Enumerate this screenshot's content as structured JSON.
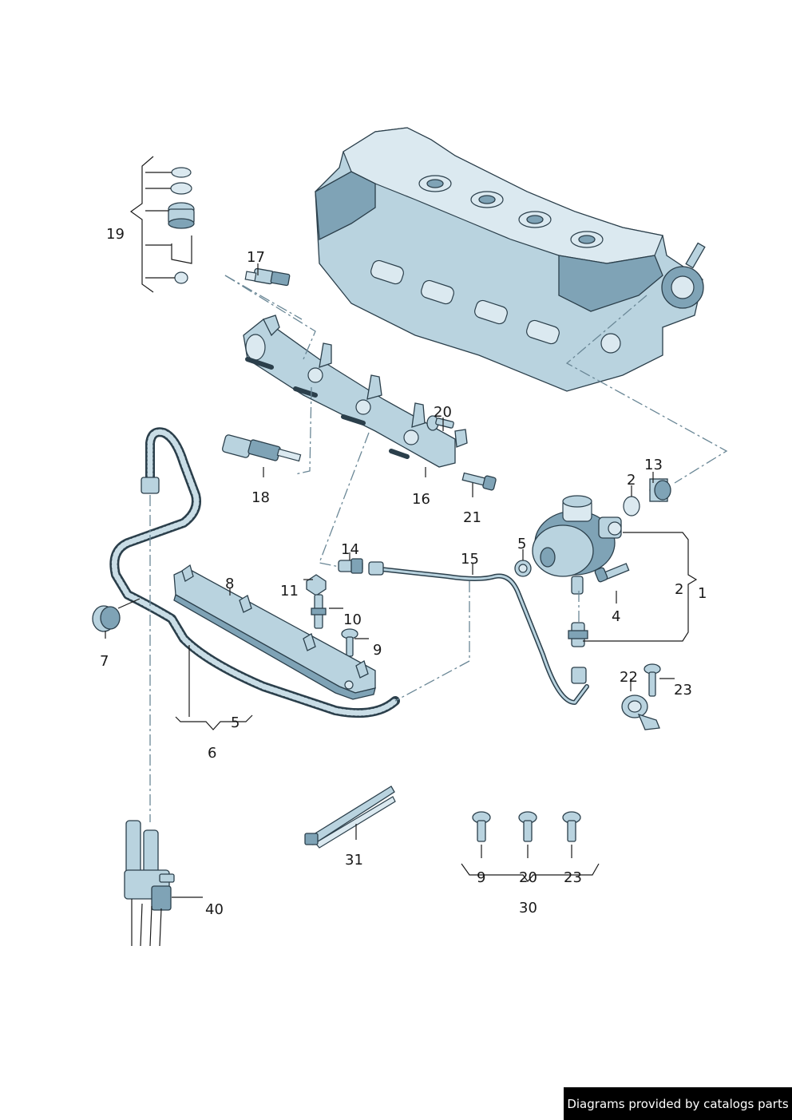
{
  "watermark": "Diagrams provided by catalogs parts",
  "callouts": {
    "c1": "1",
    "c2a": "2",
    "c2b": "2",
    "c4": "4",
    "c5a": "5",
    "c5b": "5",
    "c6": "6",
    "c7": "7",
    "c8": "8",
    "c9a": "9",
    "c9b": "9",
    "c10": "10",
    "c11": "11",
    "c13": "13",
    "c14": "14",
    "c15": "15",
    "c16": "16",
    "c17": "17",
    "c18": "18",
    "c19": "19",
    "c20a": "20",
    "c20b": "20",
    "c21": "21",
    "c22": "22",
    "c23a": "23",
    "c23b": "23",
    "c30": "30",
    "c31": "31",
    "c40": "40"
  },
  "colors": {
    "part": "#b9d3df",
    "part_dark": "#7fa3b6",
    "outline": "#2b3f4b",
    "dash": "#6a8796"
  }
}
